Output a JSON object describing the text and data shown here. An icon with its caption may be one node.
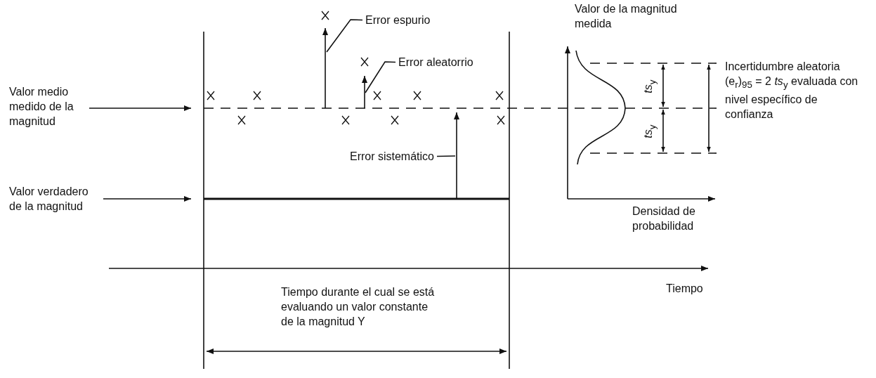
{
  "diagram": {
    "nodes": [
      {
        "text": [
          "Valor medio medido de la magnitud"
        ]
      },
      {
        "text": [
          "Valor verdadero de la magnitud"
        ]
      },
      {
        "text": [
          "Error espurio"
        ]
      },
      {
        "text": [
          "Error aleatorrio"
        ]
      },
      {
        "text": [
          "Error sistemático"
        ]
      }
    ],
    "edges": [
      {
        "from": 0,
        "to": null,
        "arrow": "to"
      },
      {
        "from": 1,
        "to": null,
        "arrow": "to"
      },
      {
        "from": 2,
        "to": null,
        "arrow": "none"
      },
      {
        "from": 3,
        "to": null,
        "arrow": "none"
      },
      {
        "from": 4,
        "to": null,
        "arrow": "none"
      }
    ],
    "labels": [
      "Valor de la magnitud medida",
      "*ts*$_{y}$",
      "Incertidumbre aleatoria (e$_{r}$)$_{95}$ = 2 *ts*$_{y}$ evaluada con nivel específico de confianza",
      "*ts*$_{y}$",
      "Densidad de probabilidad",
      "Tiempo",
      "Tiempo durante el cual se está evaluando un valor constante de la magnitud Y"
    ]
  }
}
